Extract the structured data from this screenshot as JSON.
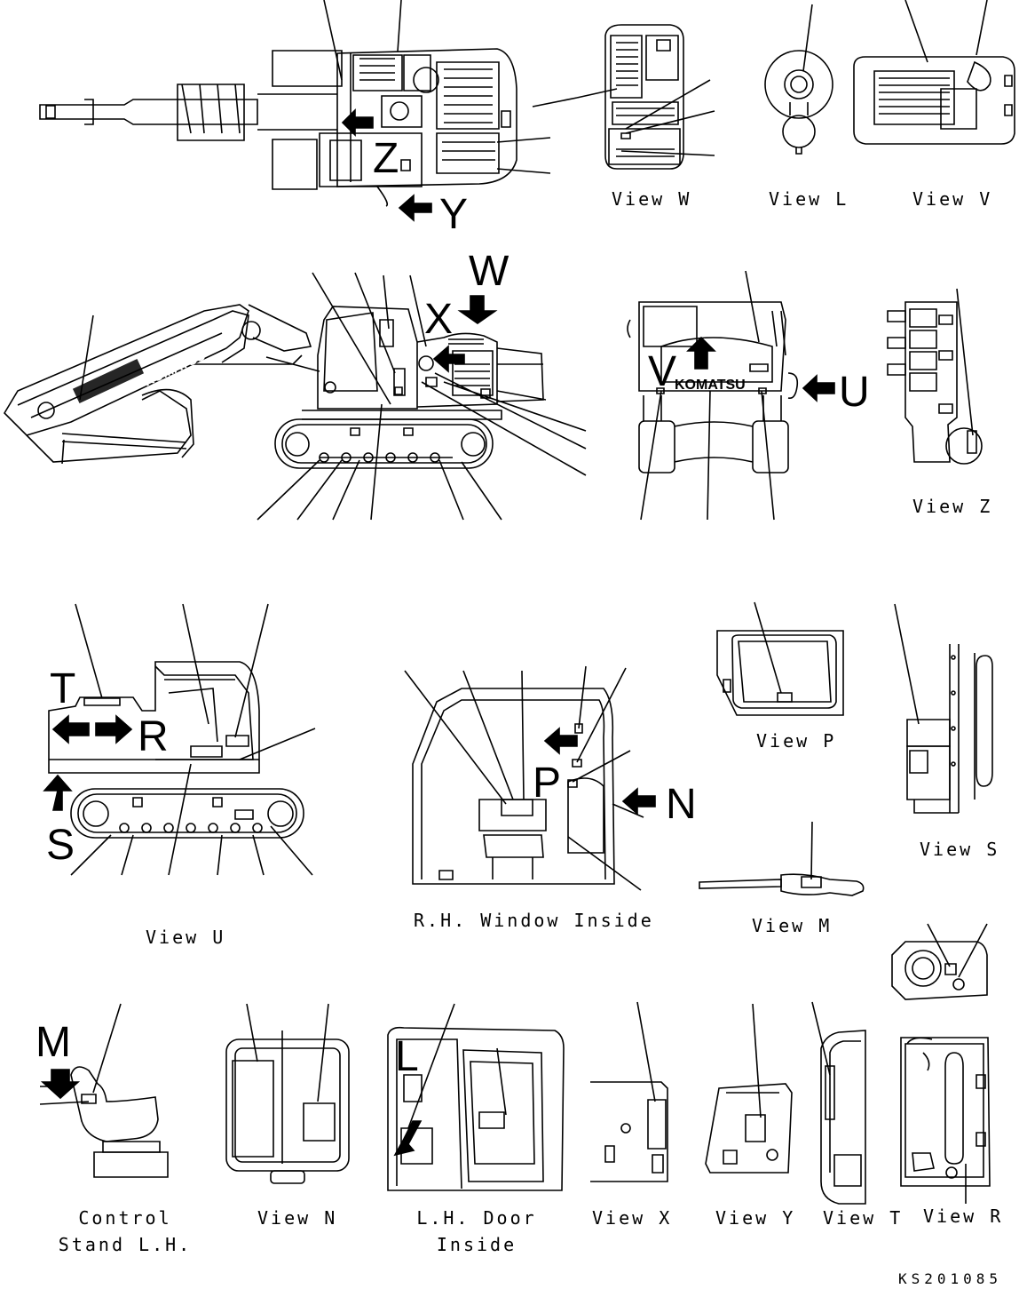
{
  "views": {
    "w": "View W",
    "l": "View L",
    "v": "View V",
    "z": "View Z",
    "p": "View P",
    "s": "View S",
    "m": "View M",
    "u": "View U",
    "rh_window": "R.H. Window Inside",
    "control_stand_1": "Control",
    "control_stand_2": "Stand L.H.",
    "n": "View N",
    "lh_door_1": "L.H. Door",
    "lh_door_2": "Inside",
    "x": "View X",
    "y": "View Y",
    "t": "View T",
    "r": "View R"
  },
  "letters": {
    "z": "Z",
    "y": "Y",
    "w": "W",
    "x": "X",
    "v": "V",
    "u": "U",
    "t": "T",
    "r": "R",
    "s": "S",
    "p": "P",
    "n": "N",
    "m": "M",
    "l": "L"
  },
  "brand": "KOMATSU",
  "drawing_code": "KS201085"
}
